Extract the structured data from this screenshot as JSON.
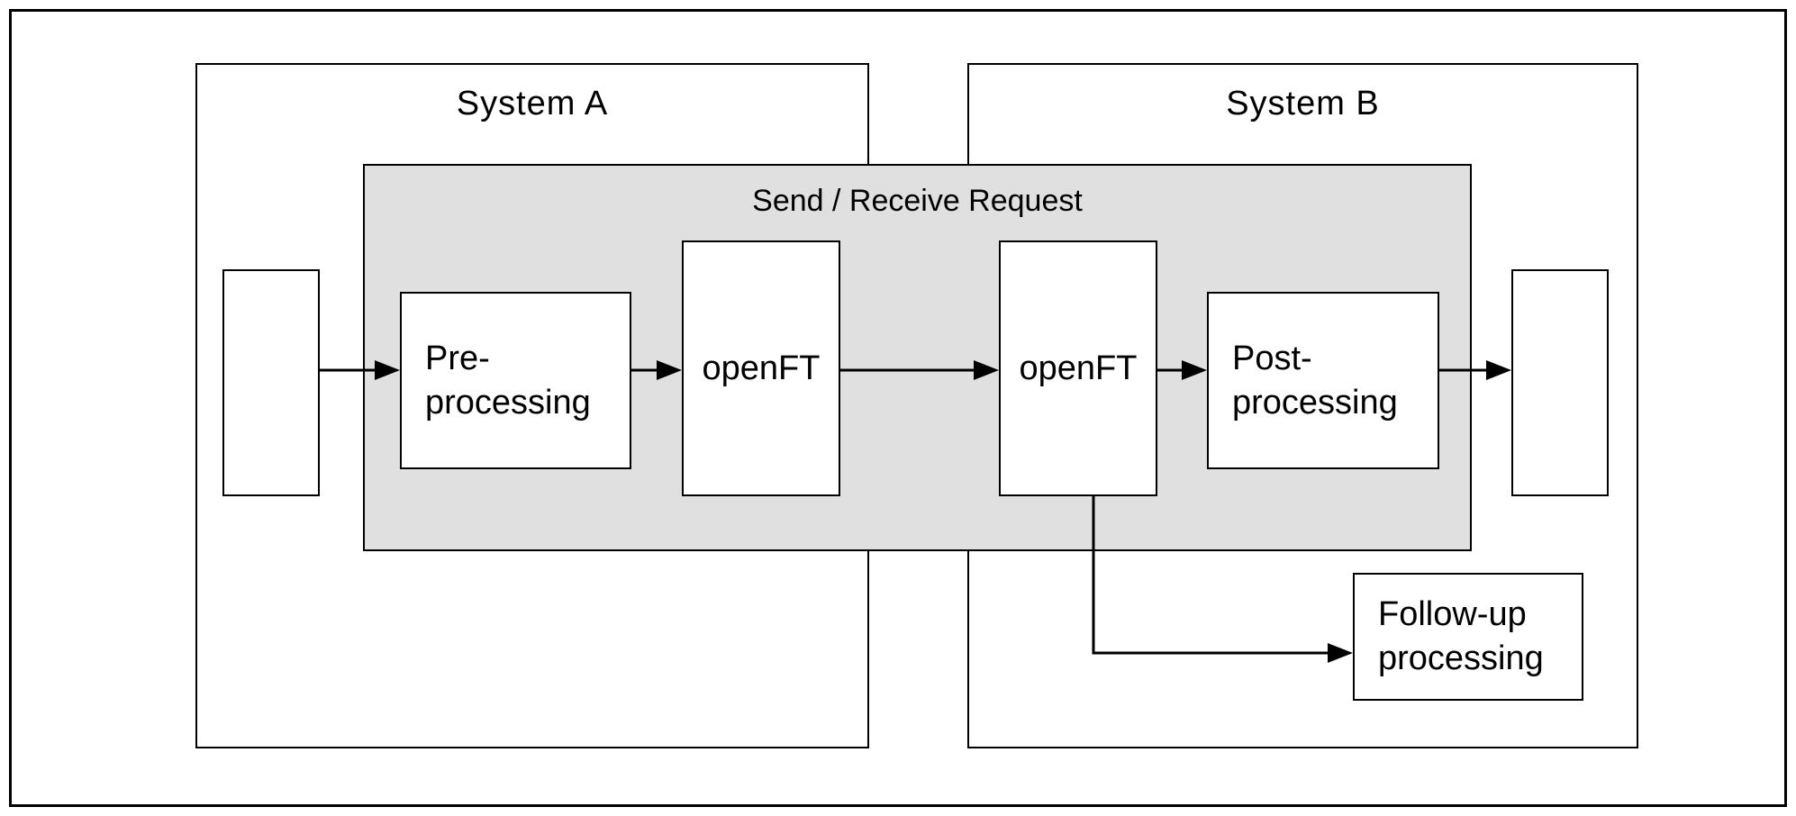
{
  "systems": {
    "a": {
      "label": "System A"
    },
    "b": {
      "label": "System B"
    }
  },
  "band": {
    "label": "Send / Receive Request",
    "fill": "#e0e0e0"
  },
  "nodes": {
    "preprocessing": {
      "label": "Pre-\nprocessing"
    },
    "openft_a": {
      "label": "openFT"
    },
    "openft_b": {
      "label": "openFT"
    },
    "postprocessing": {
      "label": "Post-\nprocessing"
    },
    "followup": {
      "label": "Follow-up\nprocessing"
    }
  },
  "connections": [
    {
      "from": "source-file-box",
      "to": "preprocessing-box"
    },
    {
      "from": "preprocessing-box",
      "to": "openft-a-box"
    },
    {
      "from": "openft-a-box",
      "to": "openft-b-box"
    },
    {
      "from": "openft-b-box",
      "to": "postprocessing-box"
    },
    {
      "from": "postprocessing-box",
      "to": "target-file-box"
    },
    {
      "from": "openft-b-box",
      "to": "followup-box"
    }
  ],
  "colors": {
    "band_fill": "#e0e0e0",
    "line": "#000000",
    "background": "#ffffff"
  }
}
